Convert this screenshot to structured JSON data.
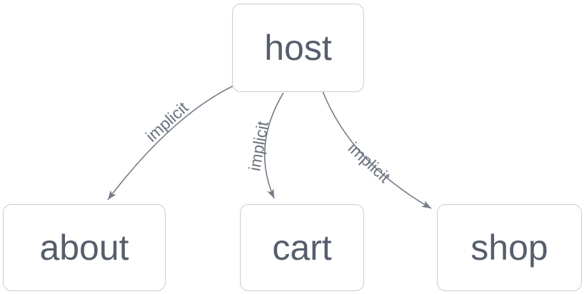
{
  "diagram": {
    "type": "graph",
    "nodes": [
      {
        "id": "host",
        "label": "host"
      },
      {
        "id": "about",
        "label": "about"
      },
      {
        "id": "cart",
        "label": "cart"
      },
      {
        "id": "shop",
        "label": "shop"
      }
    ],
    "edges": [
      {
        "from": "host",
        "to": "about",
        "label": "implicit"
      },
      {
        "from": "host",
        "to": "cart",
        "label": "implicit"
      },
      {
        "from": "host",
        "to": "shop",
        "label": "implicit"
      }
    ],
    "colors": {
      "background": "#ffffff",
      "node_border": "#c7ccd4",
      "node_text": "#565e6c",
      "edge": "#737a88",
      "edge_label": "#6b7280"
    }
  }
}
